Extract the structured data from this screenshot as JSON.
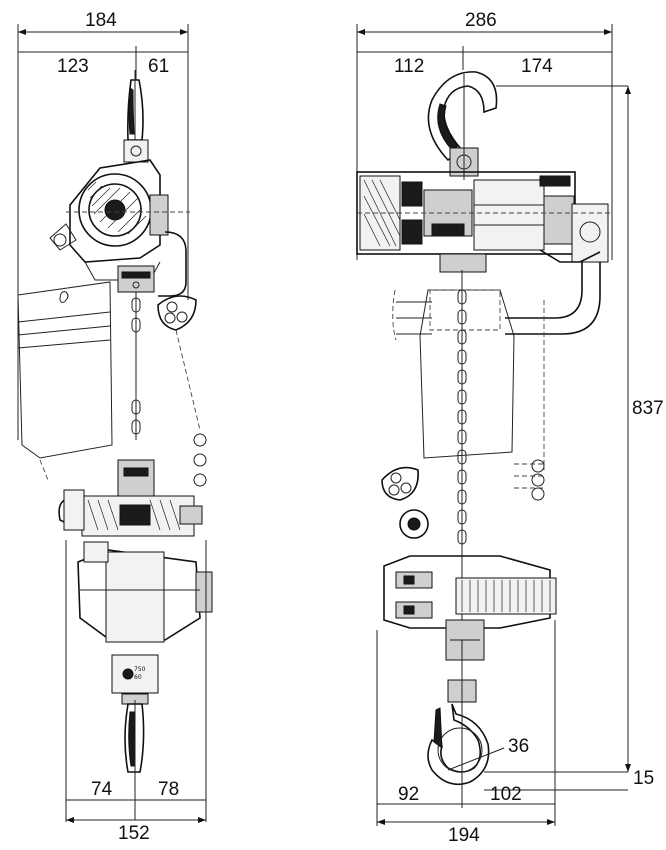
{
  "side_view": {
    "top_dims": {
      "overall": "184",
      "left": "123",
      "right": "61"
    },
    "bottom_dims": {
      "left": "74",
      "right": "78",
      "overall": "152"
    }
  },
  "front_view": {
    "top_dims": {
      "overall": "286",
      "left": "112",
      "right": "174"
    },
    "height_dim": "837",
    "hook_dims": {
      "opening": "36",
      "offset": "15"
    },
    "bottom_dims": {
      "left": "92",
      "right": "102",
      "overall": "194"
    }
  }
}
